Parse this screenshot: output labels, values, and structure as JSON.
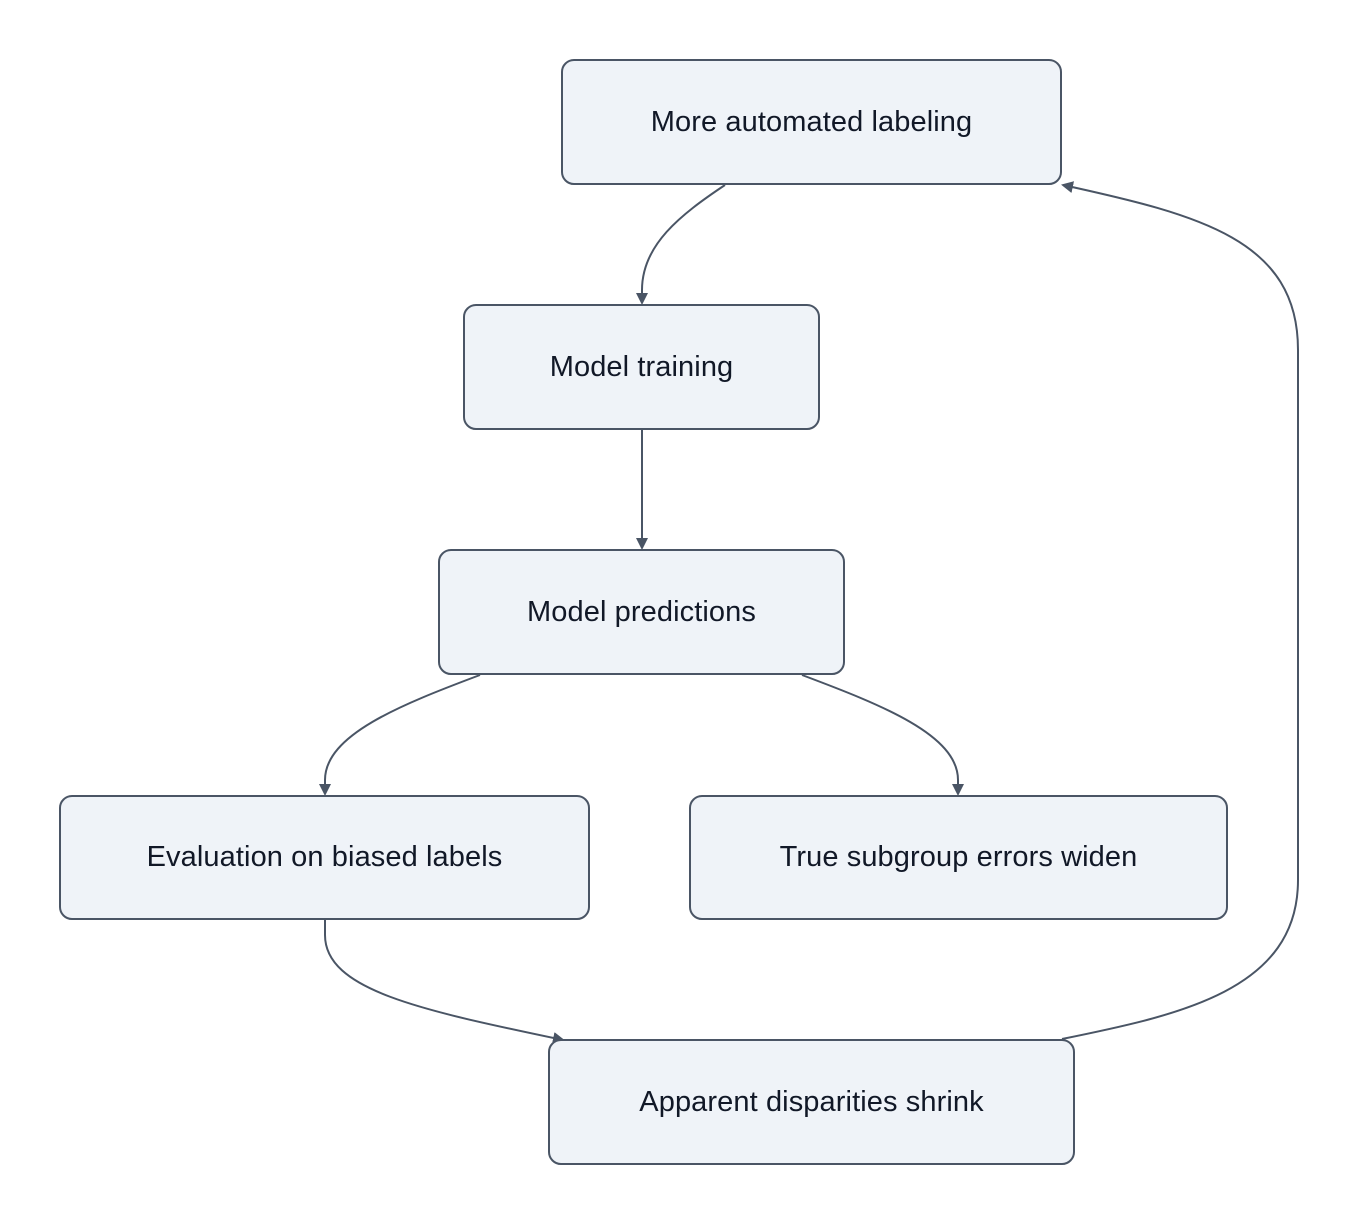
{
  "diagram": {
    "type": "flowchart",
    "colors": {
      "node_fill": "#eff3f8",
      "node_border": "#4a5565",
      "edge": "#4a5565",
      "text": "#111827",
      "background": "#ffffff"
    },
    "nodes": {
      "labeling": "More automated labeling",
      "training": "Model training",
      "predictions": "Model predictions",
      "evaluation": "Evaluation on biased labels",
      "errors": "True subgroup errors widen",
      "shrink": "Apparent disparities shrink"
    },
    "edges": [
      {
        "from": "labeling",
        "to": "training"
      },
      {
        "from": "training",
        "to": "predictions"
      },
      {
        "from": "predictions",
        "to": "evaluation"
      },
      {
        "from": "predictions",
        "to": "errors"
      },
      {
        "from": "evaluation",
        "to": "shrink"
      },
      {
        "from": "shrink",
        "to": "labeling"
      }
    ]
  }
}
